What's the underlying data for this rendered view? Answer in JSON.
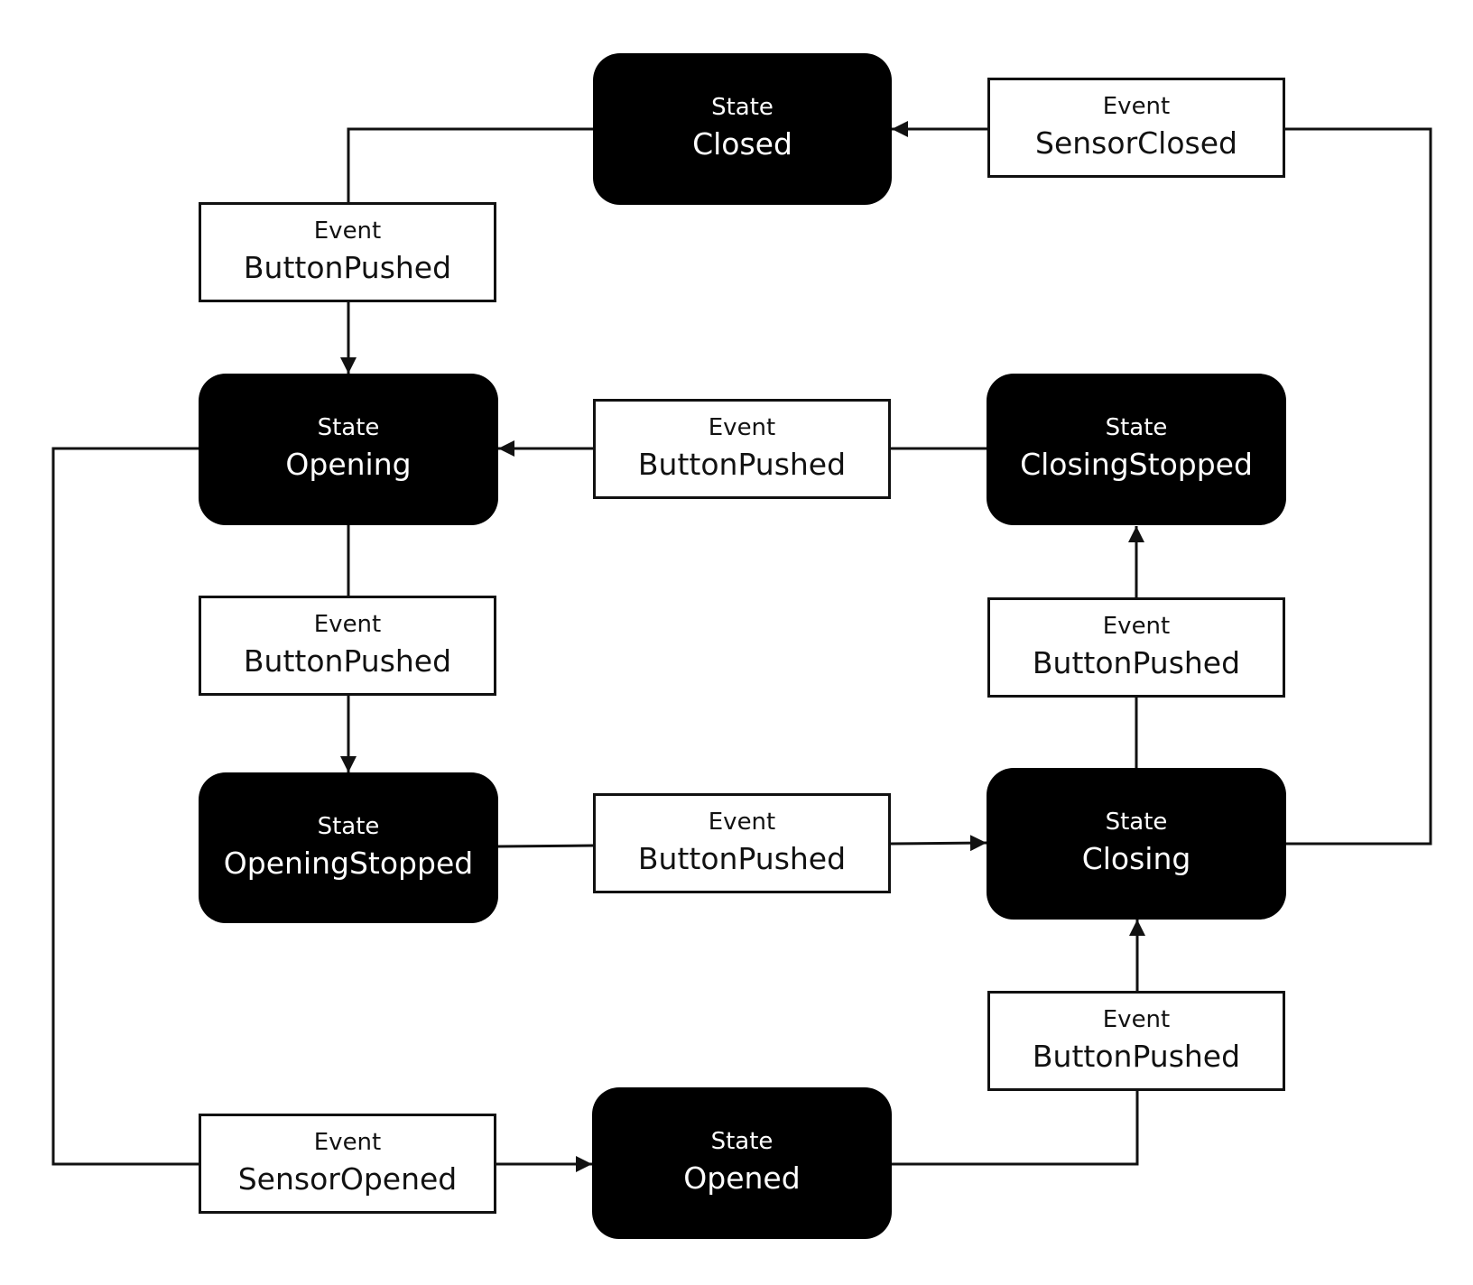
{
  "colors": {
    "state_fill": "#000000",
    "state_text": "#ffffff",
    "event_border": "#111111",
    "line": "#111111"
  },
  "states": {
    "closed": {
      "kind": "State",
      "name": "Closed"
    },
    "opening": {
      "kind": "State",
      "name": "Opening"
    },
    "closing_stopped": {
      "kind": "State",
      "name": "ClosingStopped"
    },
    "opening_stopped": {
      "kind": "State",
      "name": "OpeningStopped"
    },
    "closing": {
      "kind": "State",
      "name": "Closing"
    },
    "opened": {
      "kind": "State",
      "name": "Opened"
    }
  },
  "events": {
    "sensor_closed": {
      "kind": "Event",
      "name": "SensorClosed"
    },
    "button_closed_to_opening": {
      "kind": "Event",
      "name": "ButtonPushed"
    },
    "button_closingstopped_to_opening": {
      "kind": "Event",
      "name": "ButtonPushed"
    },
    "button_opening_to_openingstopped": {
      "kind": "Event",
      "name": "ButtonPushed"
    },
    "button_closing_to_closingstopped": {
      "kind": "Event",
      "name": "ButtonPushed"
    },
    "button_openingstopped_to_closing": {
      "kind": "Event",
      "name": "ButtonPushed"
    },
    "button_opened_to_closing": {
      "kind": "Event",
      "name": "ButtonPushed"
    },
    "sensor_opened": {
      "kind": "Event",
      "name": "SensorOpened"
    }
  }
}
